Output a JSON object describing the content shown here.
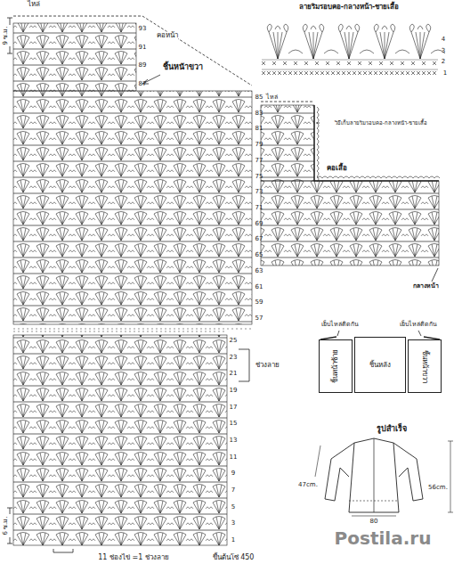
{
  "diagram": {
    "nodes": [
      {
        "text": [
          "ชิ้นหน้าซ้าย"
        ]
      },
      {
        "text": [
          "ชิ้นหลัง"
        ]
      },
      {
        "text": [
          "ชิ้นหน้าขวา"
        ]
      }
    ],
    "labels": [
      "ไหล่",
      "9 ซ.ม.",
      "คอหน้า",
      "ชิ้นหน้าขวา",
      "93",
      "91",
      "89",
      "87",
      "85",
      "83",
      "81",
      "79",
      "77",
      "75",
      "73",
      "71",
      "69",
      "67",
      "65",
      "63",
      "61",
      "59",
      "57",
      "25",
      "23",
      "21",
      "19",
      "17",
      "15",
      "13",
      "11",
      "9",
      "7",
      "5",
      "3",
      "1",
      "ช่วงลาย",
      "6 ซ.ม.",
      "11 ช่องไข่ =1 ช่วงลาย",
      "ขึ้นต้นโซ่ 450",
      "ลายริมรอบคอ-กลางหน้า-ชายเสื้อ",
      "4",
      "3",
      "2",
      "1",
      "ไหล่",
      "วิธีเก็บลายริมรอบคอ-กลางหน้า-ชายเสื้อ",
      "คอเสื้อ",
      "กลางหน้า",
      "เย็บไหล่ติดกัน",
      "เย็บไหล่ติดกัน",
      "รูปสำเร็จ",
      "47cm.",
      "56cm.",
      "80",
      "Postila.ru"
    ]
  }
}
